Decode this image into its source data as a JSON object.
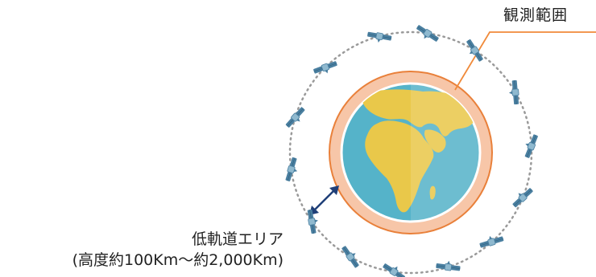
{
  "labels": {
    "observation_range": "観測範囲",
    "orbit_area_title": "低軌道エリア",
    "orbit_area_range": "(高度約100Km〜約2,000Km)"
  },
  "colors": {
    "ocean": "#55b3c9",
    "land": "#e9c84a",
    "land_shade": "#f3d770",
    "observation_ring": "#f7c6a8",
    "observation_ring_stroke": "#e9803a",
    "leader_line": "#f08a3a",
    "orbit_dots": "#9a9a9a",
    "arrow": "#1f3f78",
    "satellite_panel": "#4a7fa0",
    "satellite_body": "#8fb9cf"
  },
  "icons": {
    "satellite": "satellite-icon",
    "earth": "earth-icon"
  }
}
